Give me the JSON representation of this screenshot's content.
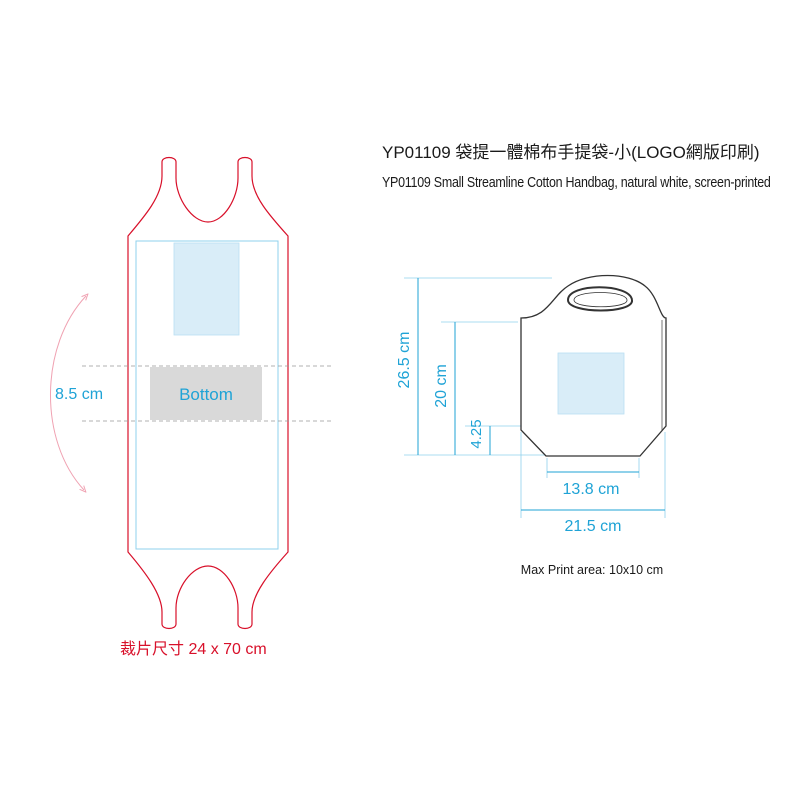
{
  "header": {
    "title_cn": "YP01109 袋提一體棉布手提袋-小(LOGO網版印刷)",
    "title_en": "YP01109 Small Streamline Cotton Handbag, natural white, screen-printed"
  },
  "flat_pattern": {
    "bottom_label": "Bottom",
    "fold_dimension": "8.5 cm",
    "cut_size_label": "裁片尺寸 24 x 70 cm"
  },
  "bag_view": {
    "height_total": "26.5 cm",
    "height_body": "20 cm",
    "height_corner": "4.25",
    "bottom_width": "13.8 cm",
    "full_width": "21.5 cm",
    "print_area_label": "Max Print area: 10x10 cm"
  },
  "colors": {
    "cut_line": "#d8102a",
    "dimension": "#1fa3d6",
    "print_area_fill": "#d9edf8",
    "bottom_fill": "#d9d9d9",
    "fold_arrow": "#f0a2b2",
    "outline": "#333333"
  }
}
